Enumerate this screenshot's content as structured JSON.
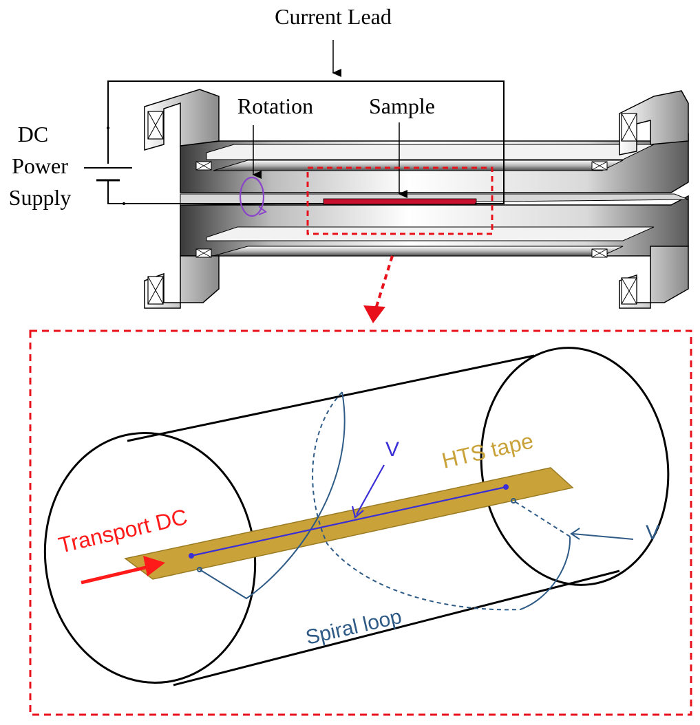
{
  "top_diagram": {
    "current_lead_label": "Current Lead",
    "rotation_label": "Rotation",
    "sample_label": "Sample",
    "power_supply_label": [
      "DC",
      "Power",
      "Supply"
    ]
  },
  "detail_diagram": {
    "transport_dc_label": "Transport DC",
    "hts_tape_label": "HTS tape",
    "voltage_label_top": "V",
    "voltage_label_right": "V",
    "spiral_loop_label": "Spiral loop"
  },
  "colors": {
    "highlight_box": "#e8101a",
    "sample_strip": "#c8102e",
    "rotation_loop": "#8a44c9",
    "tape_fill": "#c9a23a",
    "tape_edge": "#9a7a22",
    "transport_arrow": "#ff1a1a",
    "voltage_wire": "#3a2fd6",
    "spiral_loop": "#2e5a86"
  }
}
